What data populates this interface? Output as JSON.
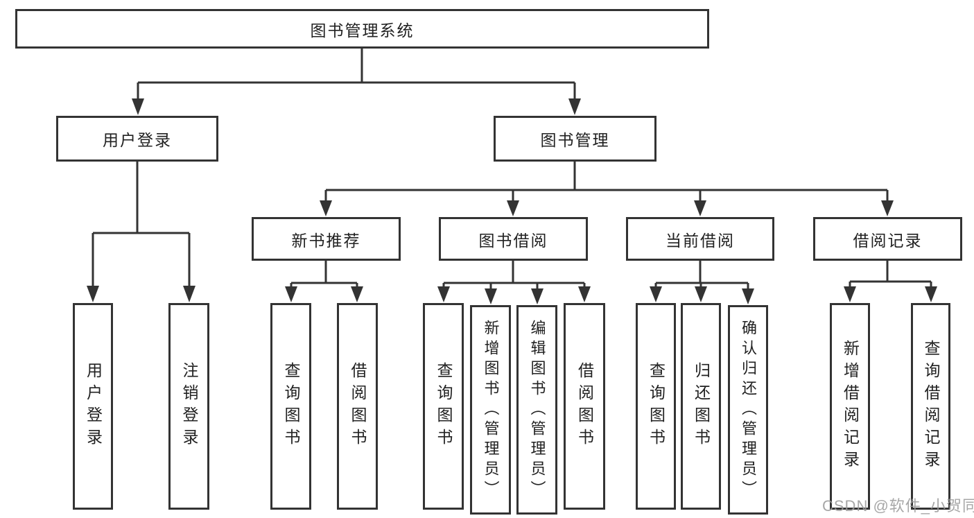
{
  "tree": {
    "root": {
      "label": "图书管理系统"
    },
    "branches": [
      {
        "label": "用户登录",
        "children": [
          {
            "label": "用户登录"
          },
          {
            "label": "注销登录"
          }
        ]
      },
      {
        "label": "图书管理",
        "children": [
          {
            "label": "新书推荐",
            "children": [
              {
                "label": "查询图书"
              },
              {
                "label": "借阅图书"
              }
            ]
          },
          {
            "label": "图书借阅",
            "children": [
              {
                "label": "查询图书"
              },
              {
                "label": "新增图书（管理员）"
              },
              {
                "label": "编辑图书（管理员）"
              },
              {
                "label": "借阅图书"
              }
            ]
          },
          {
            "label": "当前借阅",
            "children": [
              {
                "label": "查询图书"
              },
              {
                "label": "归还图书"
              },
              {
                "label": "确认归还（管理员）"
              }
            ]
          },
          {
            "label": "借阅记录",
            "children": [
              {
                "label": "新增借阅记录"
              },
              {
                "label": "查询借阅记录"
              }
            ]
          }
        ]
      }
    ]
  },
  "watermark": "CSDN @软件_小贺同学",
  "colors": {
    "line": "#333333",
    "border": "#333333",
    "text": "#212121",
    "watermark_text": "#9b9b9b",
    "background": "#ffffff"
  }
}
